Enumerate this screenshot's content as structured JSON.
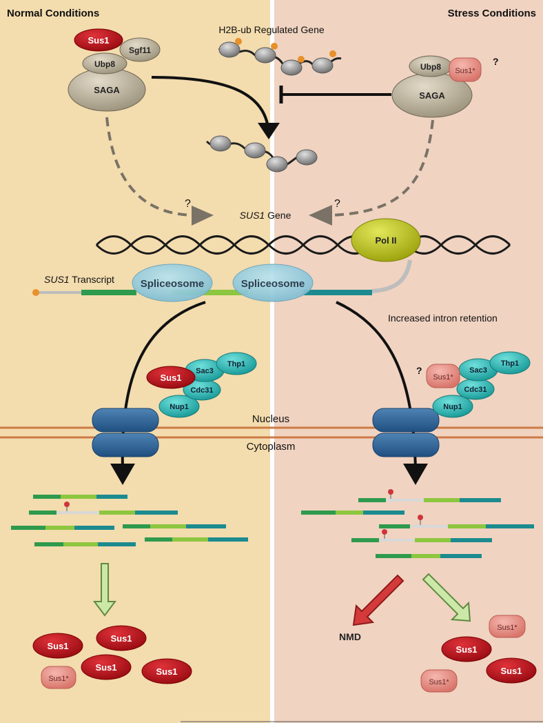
{
  "panels": {
    "normal_title": "Normal Conditions",
    "stress_title": "Stress Conditions",
    "colors": {
      "normal_bg": "#f3dcae",
      "stress_bg": "#f0d3c1"
    }
  },
  "top": {
    "gene_label": "H2B-ub Regulated Gene",
    "saga": "SAGA",
    "ubp8": "Ubp8",
    "sgf11": "Sgf11",
    "sus1": "Sus1",
    "sus1_star": "Sus1*",
    "question": "?"
  },
  "gene": {
    "sus1_gene_italic": "SUS1",
    "gene_word": " Gene",
    "pol2": "Pol II",
    "transcript_italic": "SUS1",
    "transcript_word": " Transcript",
    "spliceosome": "Spliceosome",
    "intron_retention": "Increased intron retention"
  },
  "export": {
    "sac3": "Sac3",
    "thp1": "Thp1",
    "cdc31": "Cdc31",
    "nup1": "Nup1",
    "sus1": "Sus1",
    "sus1_star": "Sus1*",
    "question": "?"
  },
  "membrane": {
    "nucleus": "Nucleus",
    "cytoplasm": "Cytoplasm"
  },
  "fate": {
    "nmd": "NMD",
    "sus1": "Sus1",
    "sus1_star": "Sus1*",
    "colors": {
      "sus1": "#c4161c",
      "sus1_star": "#e8968e",
      "nmd_arrow": "#d43a3a",
      "export_arrow": "#c9e8a8"
    }
  }
}
